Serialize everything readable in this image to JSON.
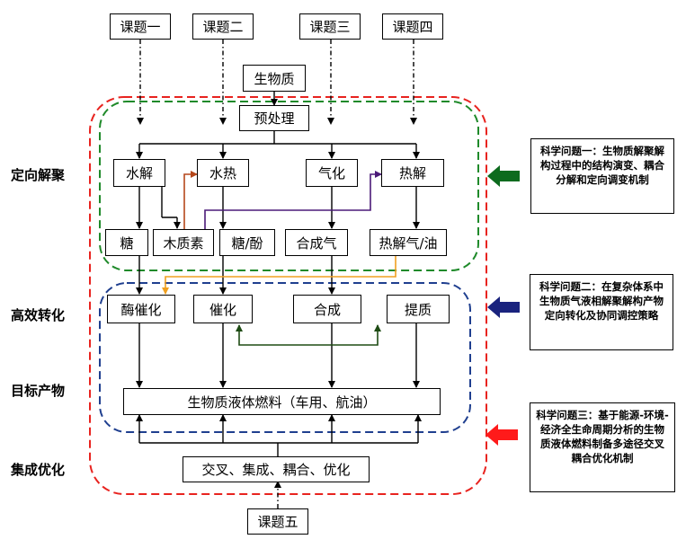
{
  "topics": [
    "课题一",
    "课题二",
    "课题三",
    "课题四",
    "课题五"
  ],
  "nodes": {
    "biomass": "生物质",
    "pretreatment": "预处理",
    "hydrolysis": "水解",
    "hydrothermal": "水热",
    "gasification": "气化",
    "pyrolysis": "热解",
    "sugar": "糖",
    "lignin": "木质素",
    "sugar_phenol": "糖/酚",
    "syngas": "合成气",
    "pyrolysis_gas_oil": "热解气/油",
    "enzyme_catalysis": "酶催化",
    "catalysis": "催化",
    "synthesis": "合成",
    "upgrading": "提质",
    "fuel": "生物质液体燃料（车用、航油）",
    "integration": "交叉、集成、耦合、优化"
  },
  "stages": [
    "定向解聚",
    "高效转化",
    "目标产物",
    "集成优化"
  ],
  "questions": [
    "科学问题一：生物质解聚解构过程中的结构演变、耦合分解和定向调变机制",
    "科学问题二：在复杂体系中生物质气液相解聚解构产物定向转化及协同调控策略",
    "科学问题三：基于能源-环境-经济全生命周期分析的生物质液体燃料制备多途径交叉耦合优化机制"
  ],
  "colors": {
    "outer_dash": "#e8231f",
    "green_dash": "#1f8a2a",
    "blue_dash": "#1f3f8f",
    "arrow_q1": "#0d6b1e",
    "arrow_q2": "#1a237e",
    "arrow_q3": "#ff1a1a",
    "lignin_link": "#b5471b",
    "purple_link": "#4b1a78",
    "orange_link": "#f0a020",
    "green_link": "#1e4b14"
  }
}
